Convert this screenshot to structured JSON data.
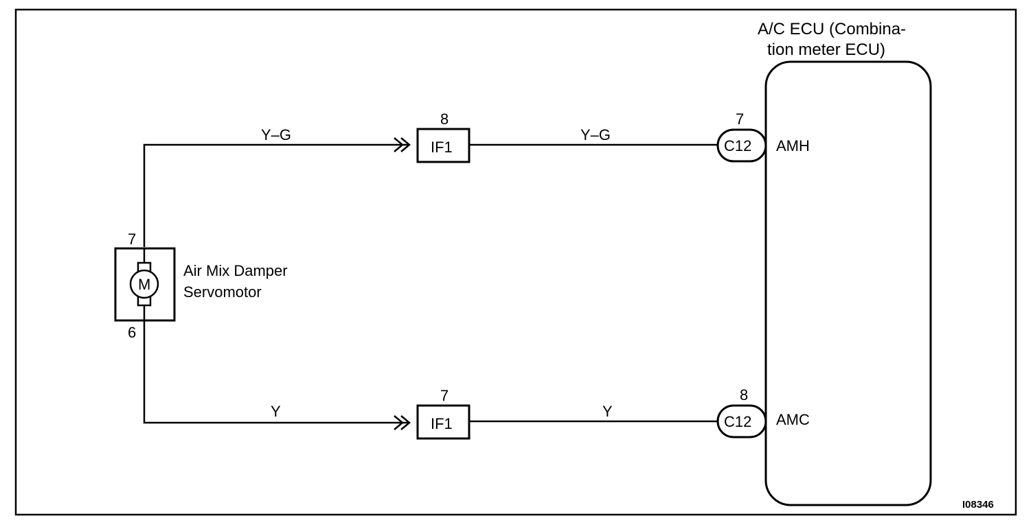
{
  "ecu": {
    "title_line1": "A/C  ECU  (Combina-",
    "title_line2": "tion meter ECU)"
  },
  "servomotor": {
    "symbol": "M",
    "label_line1": "Air Mix Damper",
    "label_line2": "Servomotor",
    "pin_top": "7",
    "pin_bottom": "6"
  },
  "circuits": [
    {
      "wire_color_left": "Y–G",
      "junction": "IF1",
      "junction_pin": "8",
      "wire_color_right": "Y–G",
      "connector": "C12",
      "connector_pin": "7",
      "terminal": "AMH"
    },
    {
      "wire_color_left": "Y",
      "junction": "IF1",
      "junction_pin": "7",
      "wire_color_right": "Y",
      "connector": "C12",
      "connector_pin": "8",
      "terminal": "AMC"
    }
  ],
  "figure_id": "I08346"
}
